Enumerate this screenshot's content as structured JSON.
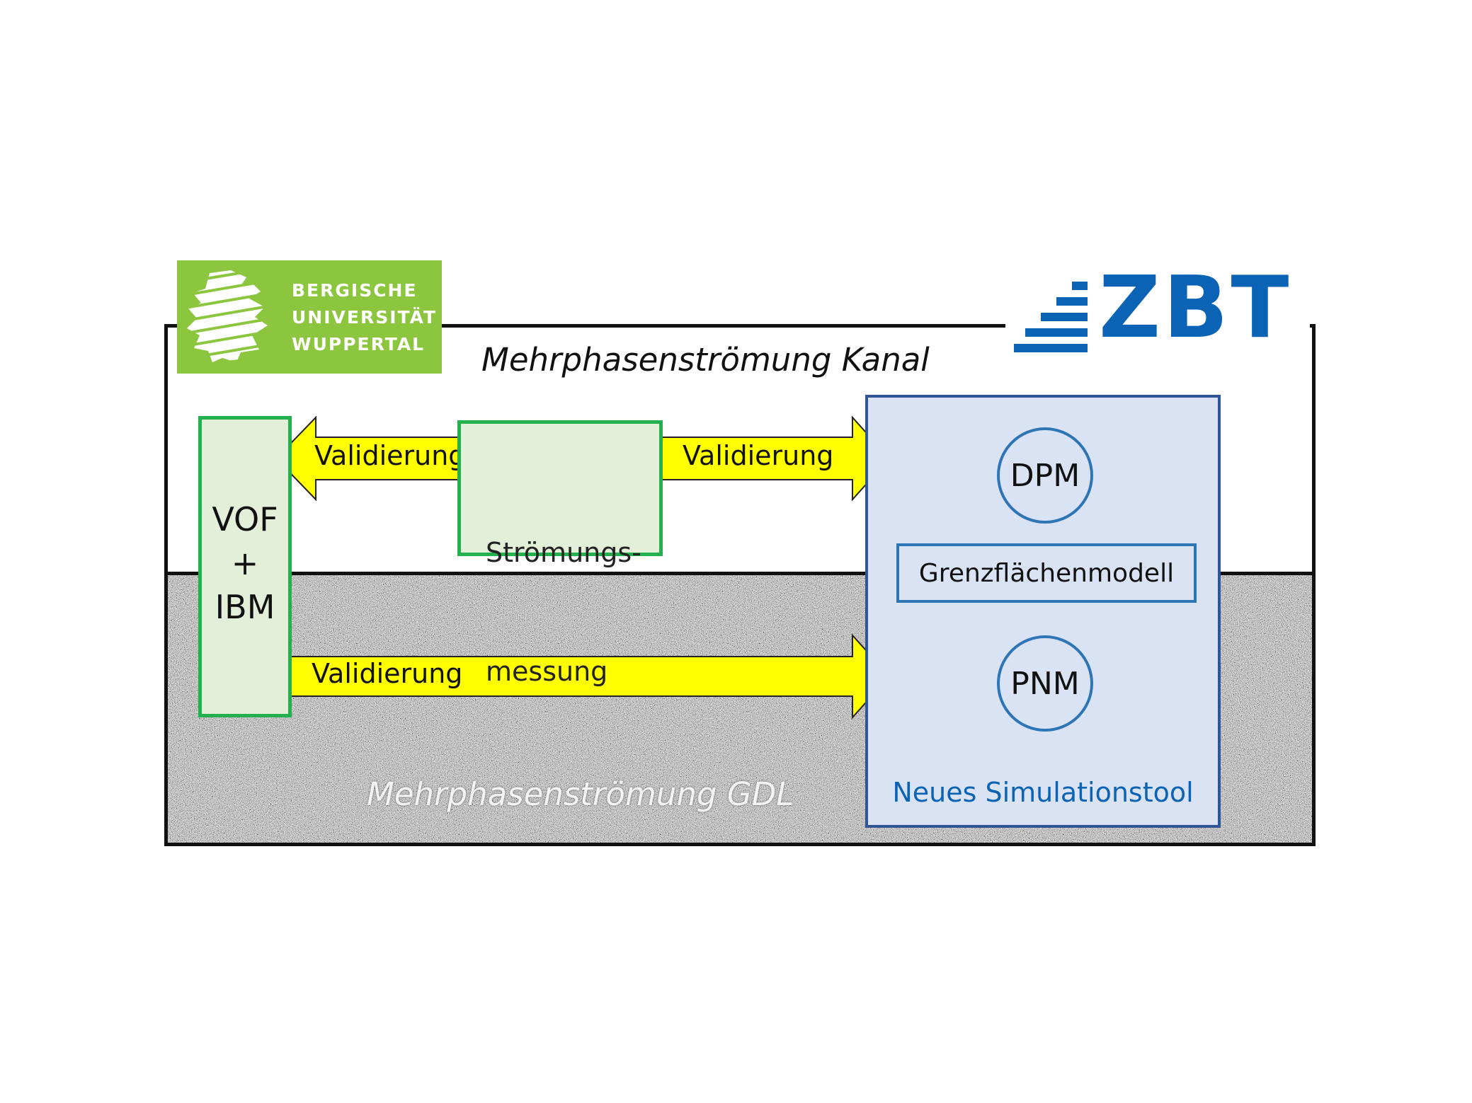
{
  "logos": {
    "university": {
      "lines": [
        "BERGISCHE",
        "UNIVERSITÄT",
        "WUPPERTAL"
      ],
      "background": "#8cc63f",
      "icon": "lion-icon"
    },
    "zbt": {
      "text": "ZBT",
      "color": "#0b63b6",
      "icon": "stairs-icon"
    }
  },
  "regions": {
    "channel_label": "Mehrphasenströmung Kanal",
    "gdl_label": "Mehrphasenströmung GDL"
  },
  "boxes": {
    "vof": {
      "lines": [
        "VOF",
        "+",
        "IBM"
      ]
    },
    "measurement": {
      "lines": [
        "Strömungs-",
        "messung"
      ]
    },
    "tool": {
      "label": "Neues Simulationstool",
      "dpm": "DPM",
      "interface": "Grenzflächenmodell",
      "pnm": "PNM"
    }
  },
  "arrows": {
    "left_validation": "Validierung",
    "right_validation": "Validierung",
    "bottom_validation": "Validierung",
    "fill": "#ffff00"
  },
  "colors": {
    "green_border": "#22b14c",
    "green_fill": "#e3efd9",
    "blue_border": "#2f5597",
    "blue_fill": "#dae3f3"
  }
}
